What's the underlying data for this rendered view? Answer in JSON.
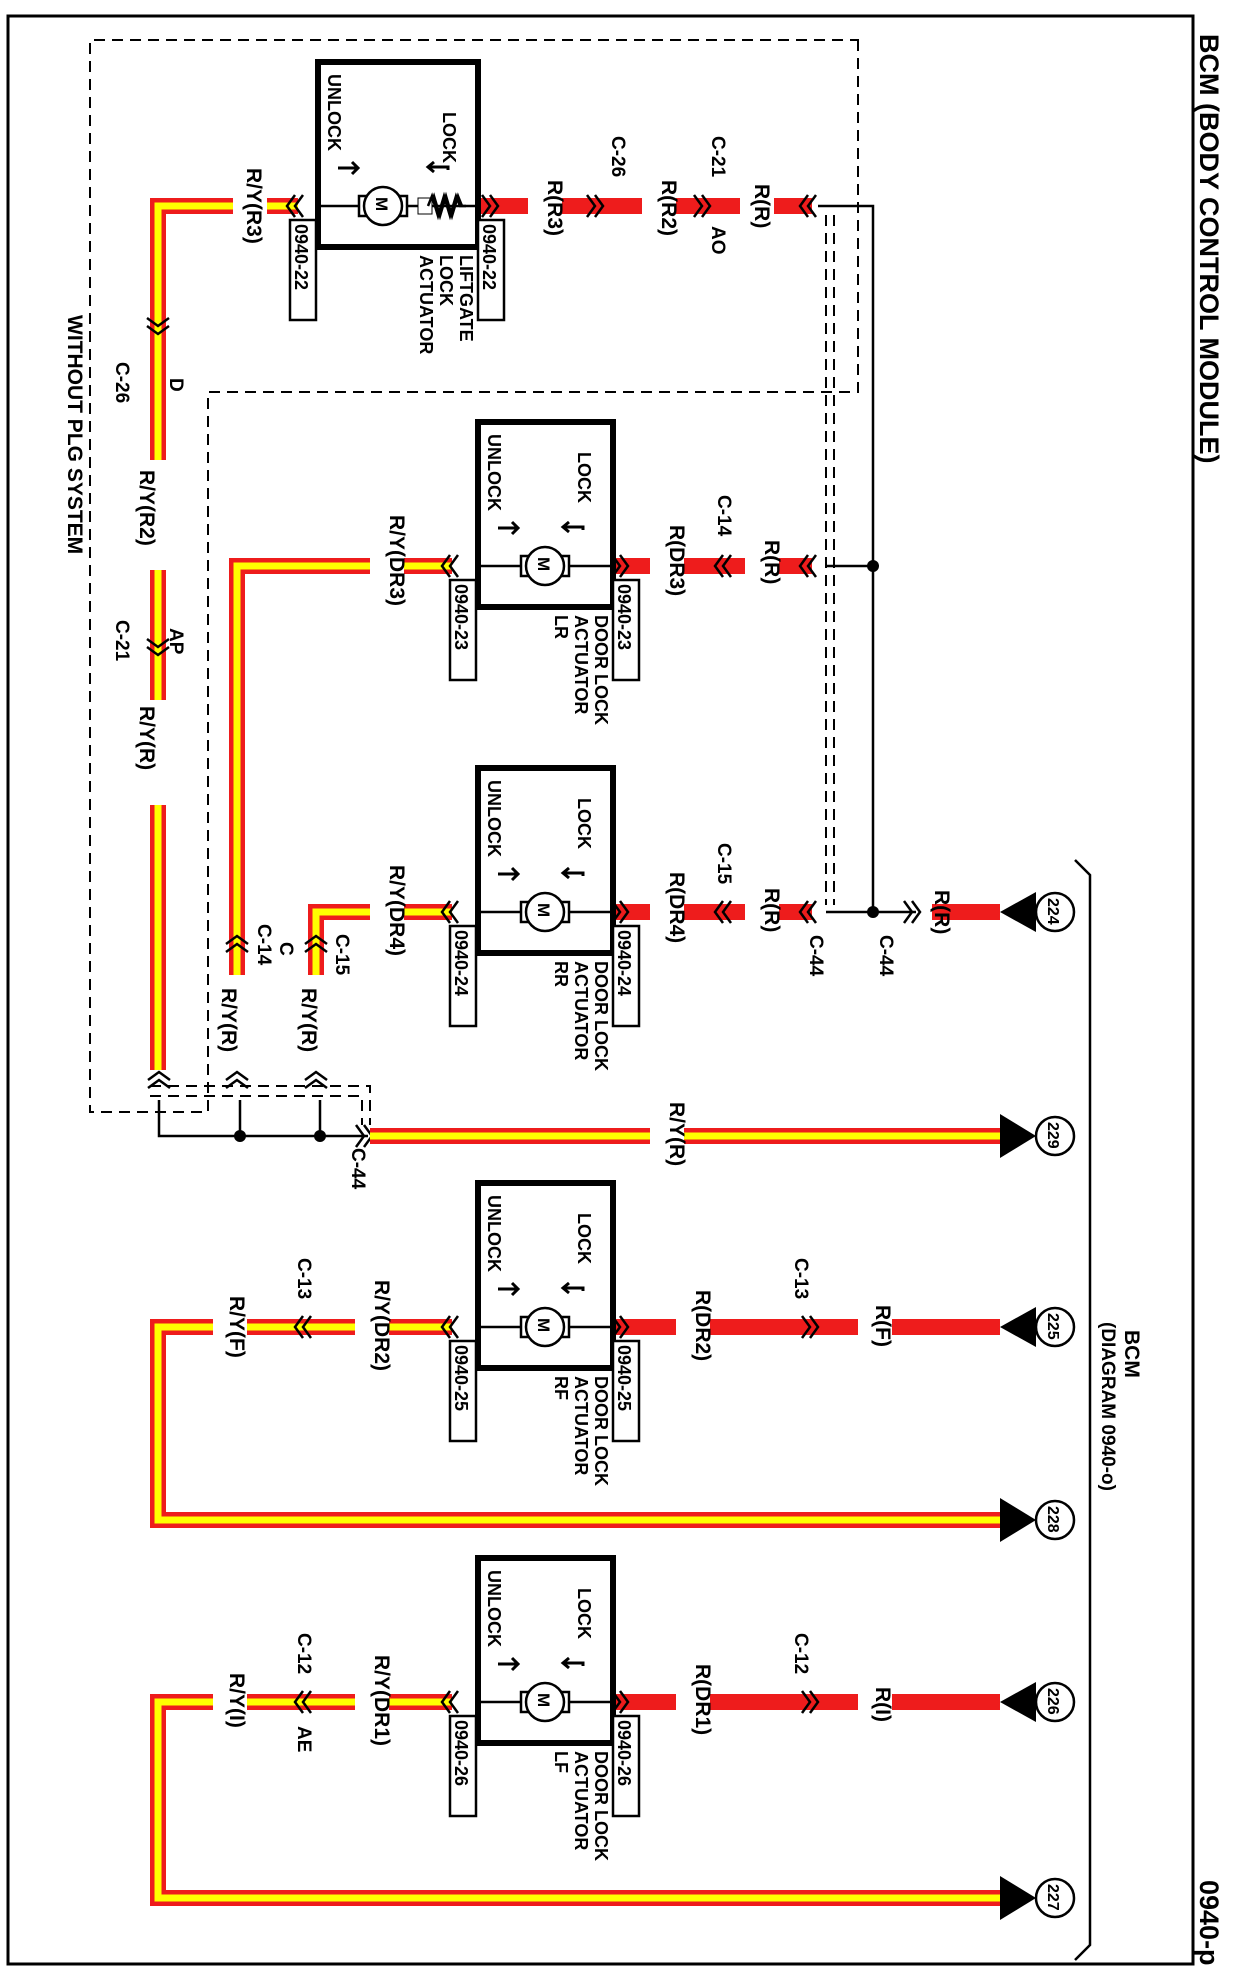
{
  "title": "BCM (BODY CONTROL MODULE)",
  "page_code": "0940-p",
  "bcm_ref": {
    "line1": "BCM",
    "line2": "(DIAGRAM 0940-o)"
  },
  "without_plg": "WITHOUT PLG SYSTEM",
  "colors": {
    "red_wire": "#ee1c1c",
    "yellow_tracer": "#ffff00"
  },
  "terminals": [
    "224",
    "229",
    "225",
    "228",
    "226",
    "227"
  ],
  "actuators": [
    {
      "id": "liftgate",
      "name_lines": [
        "LIFTGATE",
        "LOCK",
        "ACTUATOR"
      ],
      "lock": "LOCK",
      "unlock": "UNLOCK",
      "motor": "M",
      "ref": "0940-22",
      "has_spring": true
    },
    {
      "id": "lr",
      "name_lines": [
        "DOOR LOCK",
        "ACTUATOR",
        "LR"
      ],
      "lock": "LOCK",
      "unlock": "UNLOCK",
      "motor": "M",
      "ref": "0940-23"
    },
    {
      "id": "rr",
      "name_lines": [
        "DOOR LOCK",
        "ACTUATOR",
        "RR"
      ],
      "lock": "LOCK",
      "unlock": "UNLOCK",
      "motor": "M",
      "ref": "0940-24"
    },
    {
      "id": "rf",
      "name_lines": [
        "DOOR LOCK",
        "ACTUATOR",
        "RF"
      ],
      "lock": "LOCK",
      "unlock": "UNLOCK",
      "motor": "M",
      "ref": "0940-25"
    },
    {
      "id": "lf",
      "name_lines": [
        "DOOR LOCK",
        "ACTUATOR",
        "LF"
      ],
      "lock": "LOCK",
      "unlock": "UNLOCK",
      "motor": "M",
      "ref": "0940-26"
    }
  ],
  "wire_labels": {
    "liftgate_ry": "R/Y(R3)",
    "liftgate_r3": "R(R3)",
    "liftgate_r2": "R(R2)",
    "liftgate_rr": "R(R)",
    "ry_r2": "R/Y(R2)",
    "ry_r": "R/Y(R)",
    "lr_ry": "R/Y(DR3)",
    "lr_r": "R(DR3)",
    "lr_rr": "R(R)",
    "rr_ry": "R/Y(DR4)",
    "rr_r": "R(DR4)",
    "rr_rr": "R(R)",
    "bus_rr": "R(R)",
    "c14_ry": "R/Y(R)",
    "c15_ry": "R/Y(R)",
    "main_ry": "R/Y(R)",
    "rf_ry": "R/Y(DR2)",
    "rf_ryf": "R/Y(F)",
    "rf_r": "R(DR2)",
    "rf_rf": "R(F)",
    "lf_ry": "R/Y(DR1)",
    "lf_ryi": "R/Y(I)",
    "lf_r": "R(DR1)",
    "lf_ri": "R(I)"
  },
  "connectors": {
    "c26_top": "C-26",
    "c21_top": "C-21",
    "ao": "AO",
    "c26_left": "C-26",
    "d": "D",
    "c21_left": "C-21",
    "ap": "AP",
    "c14_lr": "C-14",
    "c15_rr": "C-15",
    "c44_a": "C-44",
    "c44_b": "C-44",
    "c14_low": "C-14",
    "c_low": "C",
    "c15_low": "C-15",
    "c44_low": "C-44",
    "c13_left": "C-13",
    "c13_right": "C-13",
    "c12_left": "C-12",
    "ae": "AE",
    "c12_right": "C-12"
  }
}
